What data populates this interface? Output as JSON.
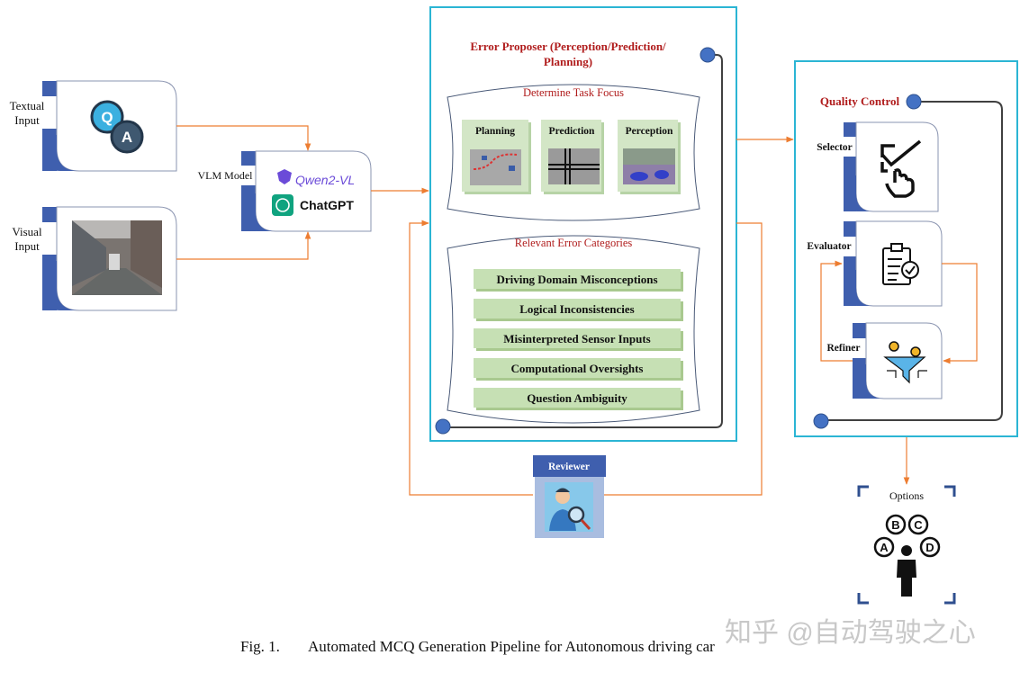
{
  "inputs": {
    "textual_label_line1": "Textual",
    "textual_label_line2": "Input",
    "visual_label_line1": "Visual",
    "visual_label_line2": "Input",
    "qa_icon_letters": [
      "Q",
      "A"
    ]
  },
  "vlm": {
    "label": "VLM Model",
    "models": [
      "Qwen2-VL",
      "ChatGPT"
    ]
  },
  "error_proposer": {
    "title_line1": "Error Proposer (Perception/Prediction/",
    "title_line2": "Planning)",
    "task_focus": {
      "title": "Determine Task Focus",
      "tasks": [
        "Planning",
        "Prediction",
        "Perception"
      ]
    },
    "error_categories": {
      "title": "Relevant Error Categories",
      "items": [
        "Driving Domain Misconceptions",
        "Logical Inconsistencies",
        "Misinterpreted Sensor Inputs",
        "Computational Oversights",
        "Question Ambiguity"
      ]
    }
  },
  "reviewer": {
    "label": "Reviewer"
  },
  "quality_control": {
    "title": "Quality Control",
    "stages": [
      "Selector",
      "Evaluator",
      "Refiner"
    ]
  },
  "options": {
    "label": "Options",
    "letters": [
      "A",
      "B",
      "C",
      "D"
    ]
  },
  "caption": {
    "prefix": "Fig. 1.",
    "text": "Automated MCQ Generation Pipeline for Autonomous driving car"
  },
  "watermark": "知乎 @自动驾驶之心",
  "colors": {
    "accent_blue": "#3f5fae",
    "frame_cyan": "#2bb5d4",
    "arrow_orange": "#ed7d31",
    "title_red": "#b01c1c",
    "category_green": "#c6e0b4"
  }
}
